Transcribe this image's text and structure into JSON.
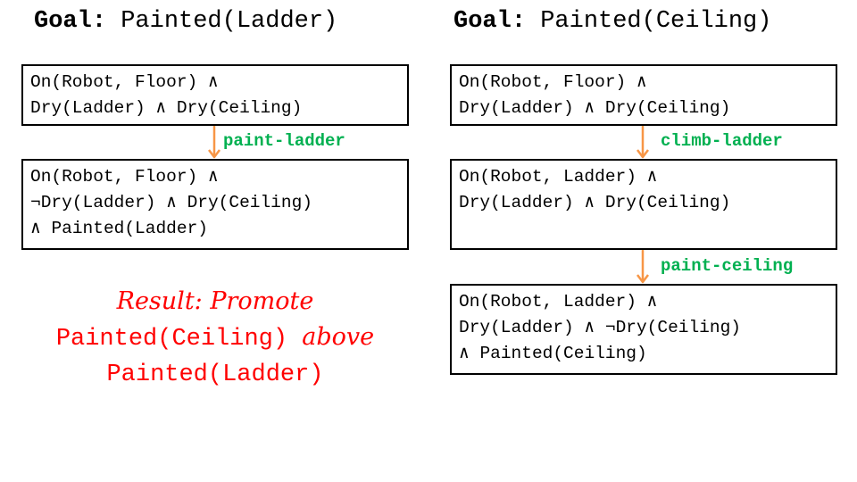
{
  "left": {
    "goal_keyword": "Goal",
    "goal_colon": ":",
    "goal_value": "Painted(Ladder)",
    "states": [
      {
        "lines": [
          "On(Robot, Floor) ∧",
          "Dry(Ladder) ∧ Dry(Ceiling)"
        ]
      },
      {
        "lines": [
          "On(Robot, Floor) ∧",
          "¬Dry(Ladder) ∧ Dry(Ceiling)",
          "∧ Painted(Ladder)"
        ]
      }
    ],
    "actions": [
      "paint-ladder"
    ]
  },
  "right": {
    "goal_keyword": "Goal",
    "goal_colon": ":",
    "goal_value": "Painted(Ceiling)",
    "states": [
      {
        "lines": [
          "On(Robot, Floor) ∧",
          "Dry(Ladder) ∧ Dry(Ceiling)"
        ]
      },
      {
        "lines": [
          "On(Robot, Ladder) ∧",
          "Dry(Ladder) ∧ Dry(Ceiling)"
        ]
      },
      {
        "lines": [
          "On(Robot, Ladder) ∧",
          "Dry(Ladder) ∧ ¬Dry(Ceiling)",
          "∧ Painted(Ceiling)"
        ]
      }
    ],
    "actions": [
      "climb-ladder",
      "paint-ceiling"
    ]
  },
  "result": {
    "prefix": "Result: Promote",
    "first_term": "Painted(Ceiling)",
    "relation": "above",
    "second_term": "Painted(Ladder)"
  },
  "colors": {
    "arrow": "#f79646",
    "action": "#00b050",
    "result": "#ff0000"
  }
}
